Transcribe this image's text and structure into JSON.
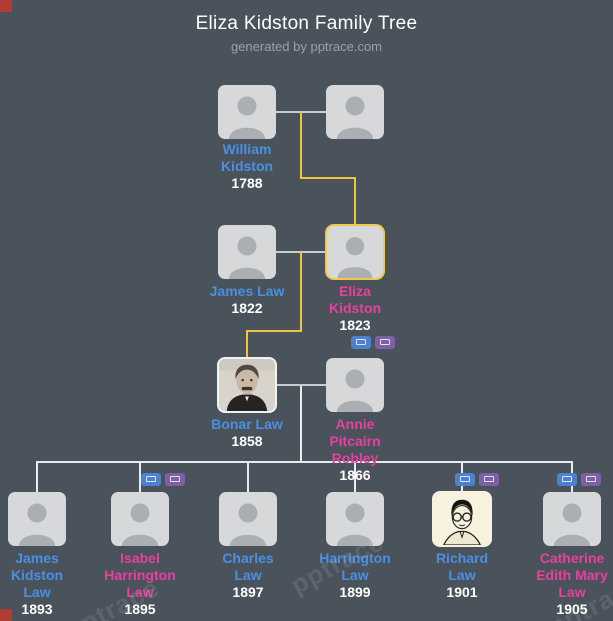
{
  "header": {
    "title": "Eliza Kidston Family Tree",
    "subtitle": "generated by pptrace.com"
  },
  "watermark": {
    "text": "pptrace"
  },
  "people": {
    "gen1_father": {
      "name": "William\nKidston",
      "year": "1788"
    },
    "gen2_father": {
      "name": "James Law",
      "year": "1822"
    },
    "gen2_mother": {
      "name": "Eliza\nKidston",
      "year": "1823"
    },
    "gen3_father": {
      "name": "Bonar Law",
      "year": "1858"
    },
    "gen3_mother": {
      "name": "Annie\nPitcairn\nRobley",
      "year": "1866"
    },
    "child_1": {
      "name": "James\nKidston\nLaw",
      "year": "1893"
    },
    "child_2": {
      "name": "Isabel\nHarrington\nLaw",
      "year": "1895"
    },
    "child_3": {
      "name": "Charles\nLaw",
      "year": "1897"
    },
    "child_4": {
      "name": "Harrington\nLaw",
      "year": "1899"
    },
    "child_5": {
      "name": "Richard\nLaw",
      "year": "1901"
    },
    "child_6": {
      "name": "Catherine\nEdith Mary\nLaw",
      "year": "1905"
    }
  },
  "icons": {
    "person": "person-silhouette",
    "mini_blue": "family-chart-icon",
    "mini_purple": "family-chart-icon-alt"
  },
  "colors": {
    "background": "#4a535b",
    "card": "#d6d8da",
    "male_name": "#4a90e2",
    "female_name": "#ea3f9f",
    "year_text": "#ffffff",
    "highlight_line": "#ecc63f",
    "connector_line": "#c9cdd1",
    "rail_line": "#e9ecee",
    "mini_icon_blue": "#4d80cf",
    "mini_icon_purple": "#7e60a5",
    "corner_marker": "#b23b33"
  }
}
